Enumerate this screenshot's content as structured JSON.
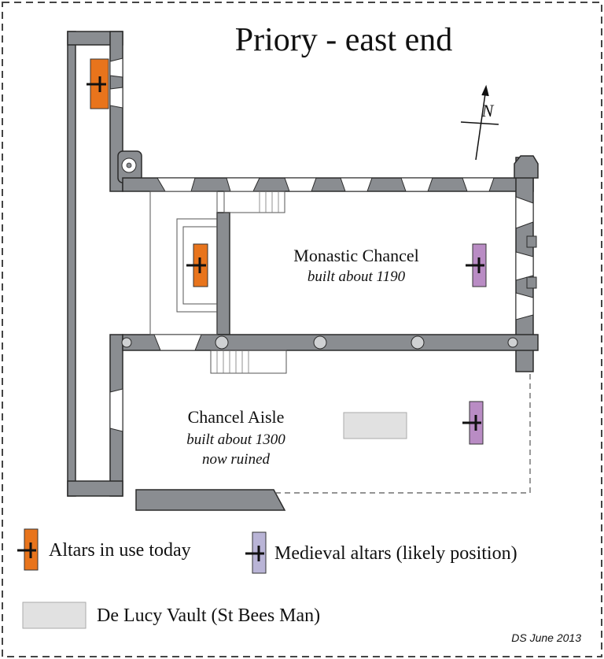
{
  "title": "Priory - east end",
  "compass": {
    "letter": "N"
  },
  "rooms": {
    "chancel": {
      "name": "Monastic Chancel",
      "note": "built about 1190"
    },
    "aisle": {
      "name": "Chancel Aisle",
      "note1": "built about 1300",
      "note2": "now ruined"
    }
  },
  "legend": {
    "altars_today": "Altars in use today",
    "medieval_altars": "Medieval altars (likely position)",
    "vault": "De Lucy Vault (St Bees Man)"
  },
  "credit": "DS June 2013",
  "colors": {
    "wall": "#8a8d91",
    "wall_outline": "#2b2b2b",
    "altar_today": "#e8741c",
    "altar_medieval": "#b98cc4",
    "vault": "#e1e1e1",
    "border": "#444444"
  }
}
